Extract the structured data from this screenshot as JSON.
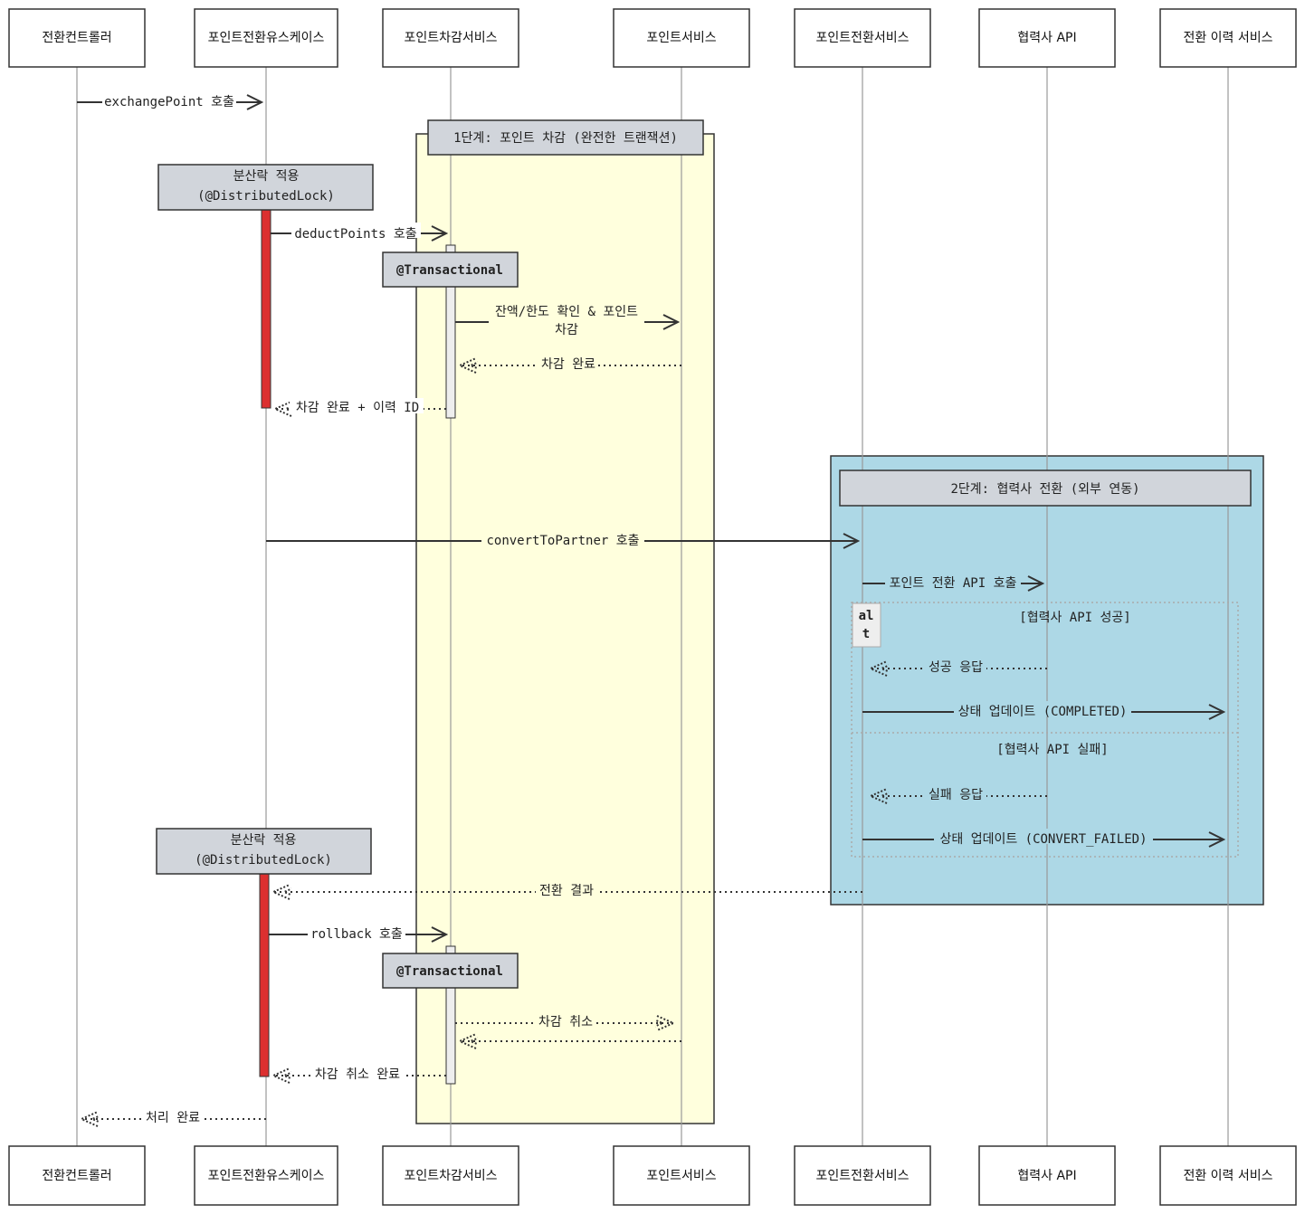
{
  "participants": [
    "전환컨트롤러",
    "포인트전환유스케이스",
    "포인트차감서비스",
    "포인트서비스",
    "포인트전환서비스",
    "협력사 API",
    "전환 이력 서비스"
  ],
  "phase1": {
    "title": "1단계: 포인트 차감 (완전한 트랜잭션)"
  },
  "phase2": {
    "title": "2단계: 협력사 전환 (외부 연동)"
  },
  "notes": {
    "lock_1_line1": "분산락 적용",
    "lock_1_line2": "(@DistributedLock)",
    "lock_2_line1": "분산락 적용",
    "lock_2_line2": "(@DistributedLock)",
    "tx_1": "@Transactional",
    "tx_2": "@Transactional"
  },
  "alt": {
    "label_1": "al",
    "label_2": "t",
    "guard_success": "[협력사 API 성공]",
    "guard_failure": "[협력사 API 실패]"
  },
  "messages": {
    "m1": "exchangePoint 호출",
    "m2": "deductPoints 호출",
    "m3_line1": "잔액/한도 확인 & 포인트",
    "m3_line2": "차감",
    "m4": "차감 완료",
    "m5": "차감 완료 + 이력 ID",
    "m6": "convertToPartner 호출",
    "m7": "포인트 전환 API 호출",
    "m8": "성공 응답",
    "m9": "상태 업데이트 (COMPLETED)",
    "m10": "실패 응답",
    "m11": "상태 업데이트 (CONVERT_FAILED)",
    "m12": "전환 결과",
    "m13": "rollback 호출",
    "m14": "차감 취소",
    "m15": "차감 취소 완료",
    "m16": "처리 완료"
  }
}
